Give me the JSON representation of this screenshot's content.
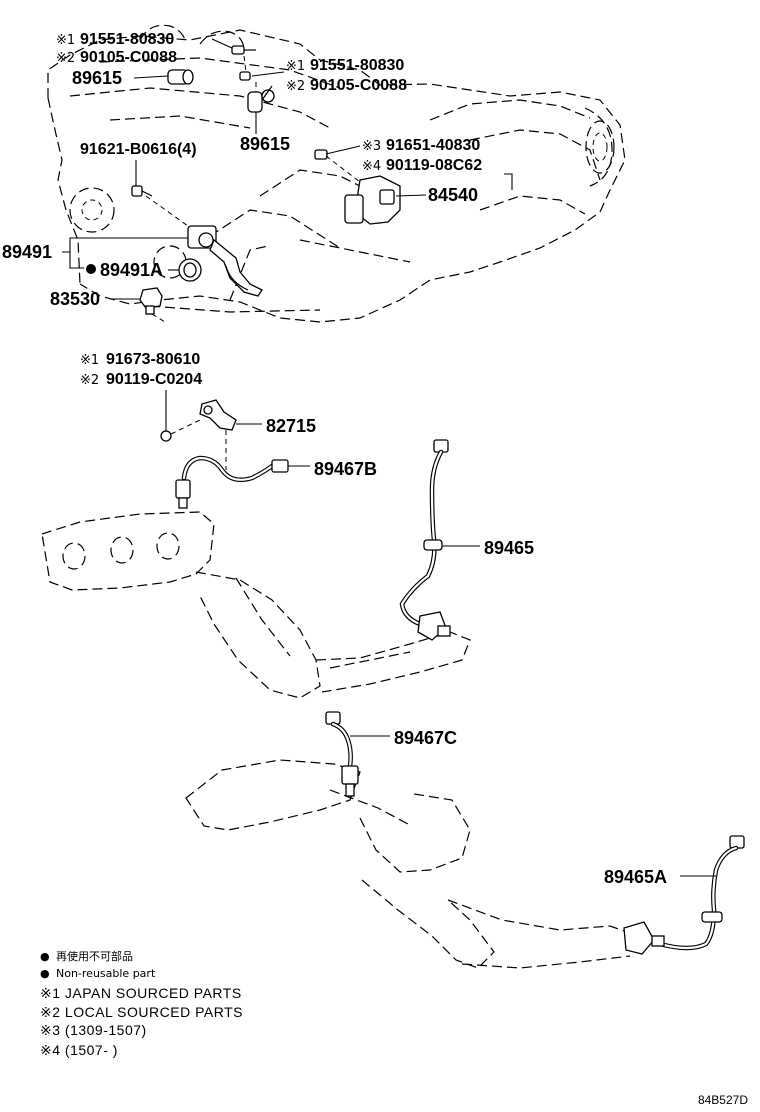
{
  "callouts": {
    "c1_mark": "※1",
    "c1_part": "91551-80830",
    "c2_mark": "※2",
    "c2_part": "90105-C0088",
    "c3": "89615",
    "c4_mark": "※1",
    "c4_part": "91551-80830",
    "c5_mark": "※2",
    "c5_part": "90105-C0088",
    "c6": "91621-B0616(4)",
    "c7": "89615",
    "c8_mark": "※3",
    "c8_part": "91651-40830",
    "c9_mark": "※4",
    "c9_part": "90119-08C62",
    "c10": "84540",
    "c11": "89491",
    "c12": "89491A",
    "c13": "83530",
    "c14_mark": "※1",
    "c14_part": "91673-80610",
    "c15_mark": "※2",
    "c15_part": "90119-C0204",
    "c16": "82715",
    "c17": "89467B",
    "c18": "89465",
    "c19": "89467C",
    "c20": "89465A"
  },
  "legend": {
    "dot_glyph": "●",
    "line1": "再使用不可部品",
    "line2": "Non-reusable part",
    "line3": "※1 JAPAN SOURCED PARTS",
    "line4": "※2 LOCAL SOURCED PARTS",
    "line5": "※3 (1309-1507)",
    "line6": "※4 (1507-      )"
  },
  "diagram_code": "84B527D"
}
